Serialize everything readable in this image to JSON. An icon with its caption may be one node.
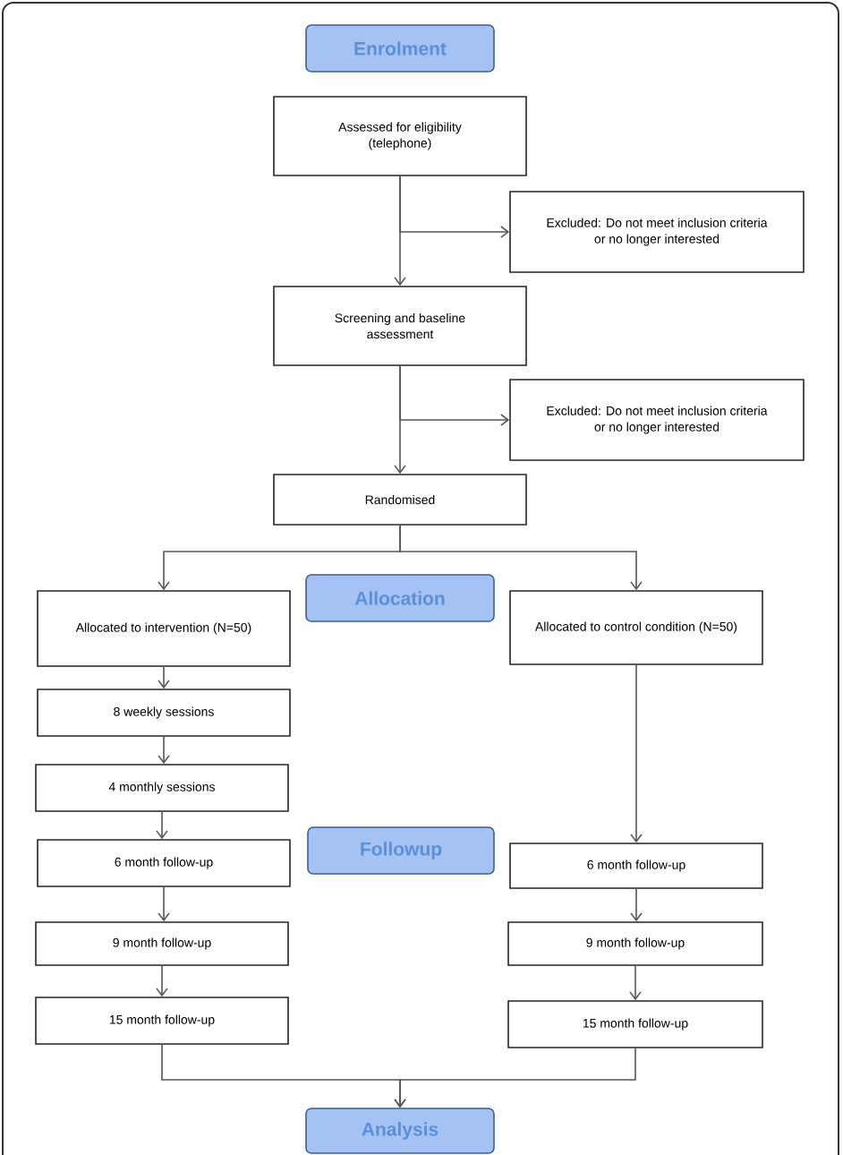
{
  "diagram": {
    "nodes": [
      {
        "text": [
          "Enrolment"
        ]
      },
      {
        "text": [
          "Assessed for eligibility (telephone)"
        ]
      },
      {
        "text": [
          "Excluded: Do not meet inclusion criteria or no longer interested"
        ]
      },
      {
        "text": [
          "Screening and baseline assessment"
        ]
      },
      {
        "text": [
          "Excluded: Do not meet inclusion criteria or no longer interested"
        ]
      },
      {
        "text": [
          "Randomised"
        ]
      },
      {
        "text": [
          "Allocated to intervention (N=50)"
        ]
      },
      {
        "text": [
          "Allocation"
        ]
      },
      {
        "text": [
          "Allocated to control condition (N=50)"
        ]
      },
      {
        "text": [
          "8 weekly sessions"
        ]
      },
      {
        "text": [
          "4 monthly sessions"
        ]
      },
      {
        "text": [
          "Followup"
        ]
      },
      {
        "text": [
          "6 month follow-up"
        ]
      },
      {
        "text": [
          "6 month follow-up"
        ]
      },
      {
        "text": [
          "9 month follow-up"
        ]
      },
      {
        "text": [
          "9 month follow-up"
        ]
      },
      {
        "text": [
          "15 month follow-up"
        ]
      },
      {
        "text": [
          "15 month follow-up"
        ]
      },
      {
        "text": [
          "Analysis"
        ]
      }
    ],
    "edges": [
      {
        "from": 1,
        "to": 3,
        "arrow": "to"
      },
      {
        "from": 1,
        "to": 2,
        "arrow": "to"
      },
      {
        "from": 3,
        "to": 5,
        "arrow": "to"
      },
      {
        "from": 3,
        "to": 4,
        "arrow": "to"
      },
      {
        "from": 5,
        "to": 6,
        "arrow": "to"
      },
      {
        "from": 5,
        "to": 8,
        "arrow": "to"
      },
      {
        "from": 6,
        "to": 9,
        "arrow": "to"
      },
      {
        "from": 9,
        "to": 10,
        "arrow": "to"
      },
      {
        "from": 10,
        "to": 12,
        "arrow": "to"
      },
      {
        "from": 12,
        "to": 14,
        "arrow": "to"
      },
      {
        "from": 14,
        "to": 16,
        "arrow": "to"
      },
      {
        "from": 8,
        "to": 13,
        "arrow": "to"
      },
      {
        "from": 13,
        "to": 15,
        "arrow": "to"
      },
      {
        "from": 15,
        "to": 17,
        "arrow": "to"
      },
      {
        "from": 16,
        "to": 18,
        "arrow": "to"
      },
      {
        "from": 17,
        "to": 18,
        "arrow": "to"
      }
    ]
  }
}
